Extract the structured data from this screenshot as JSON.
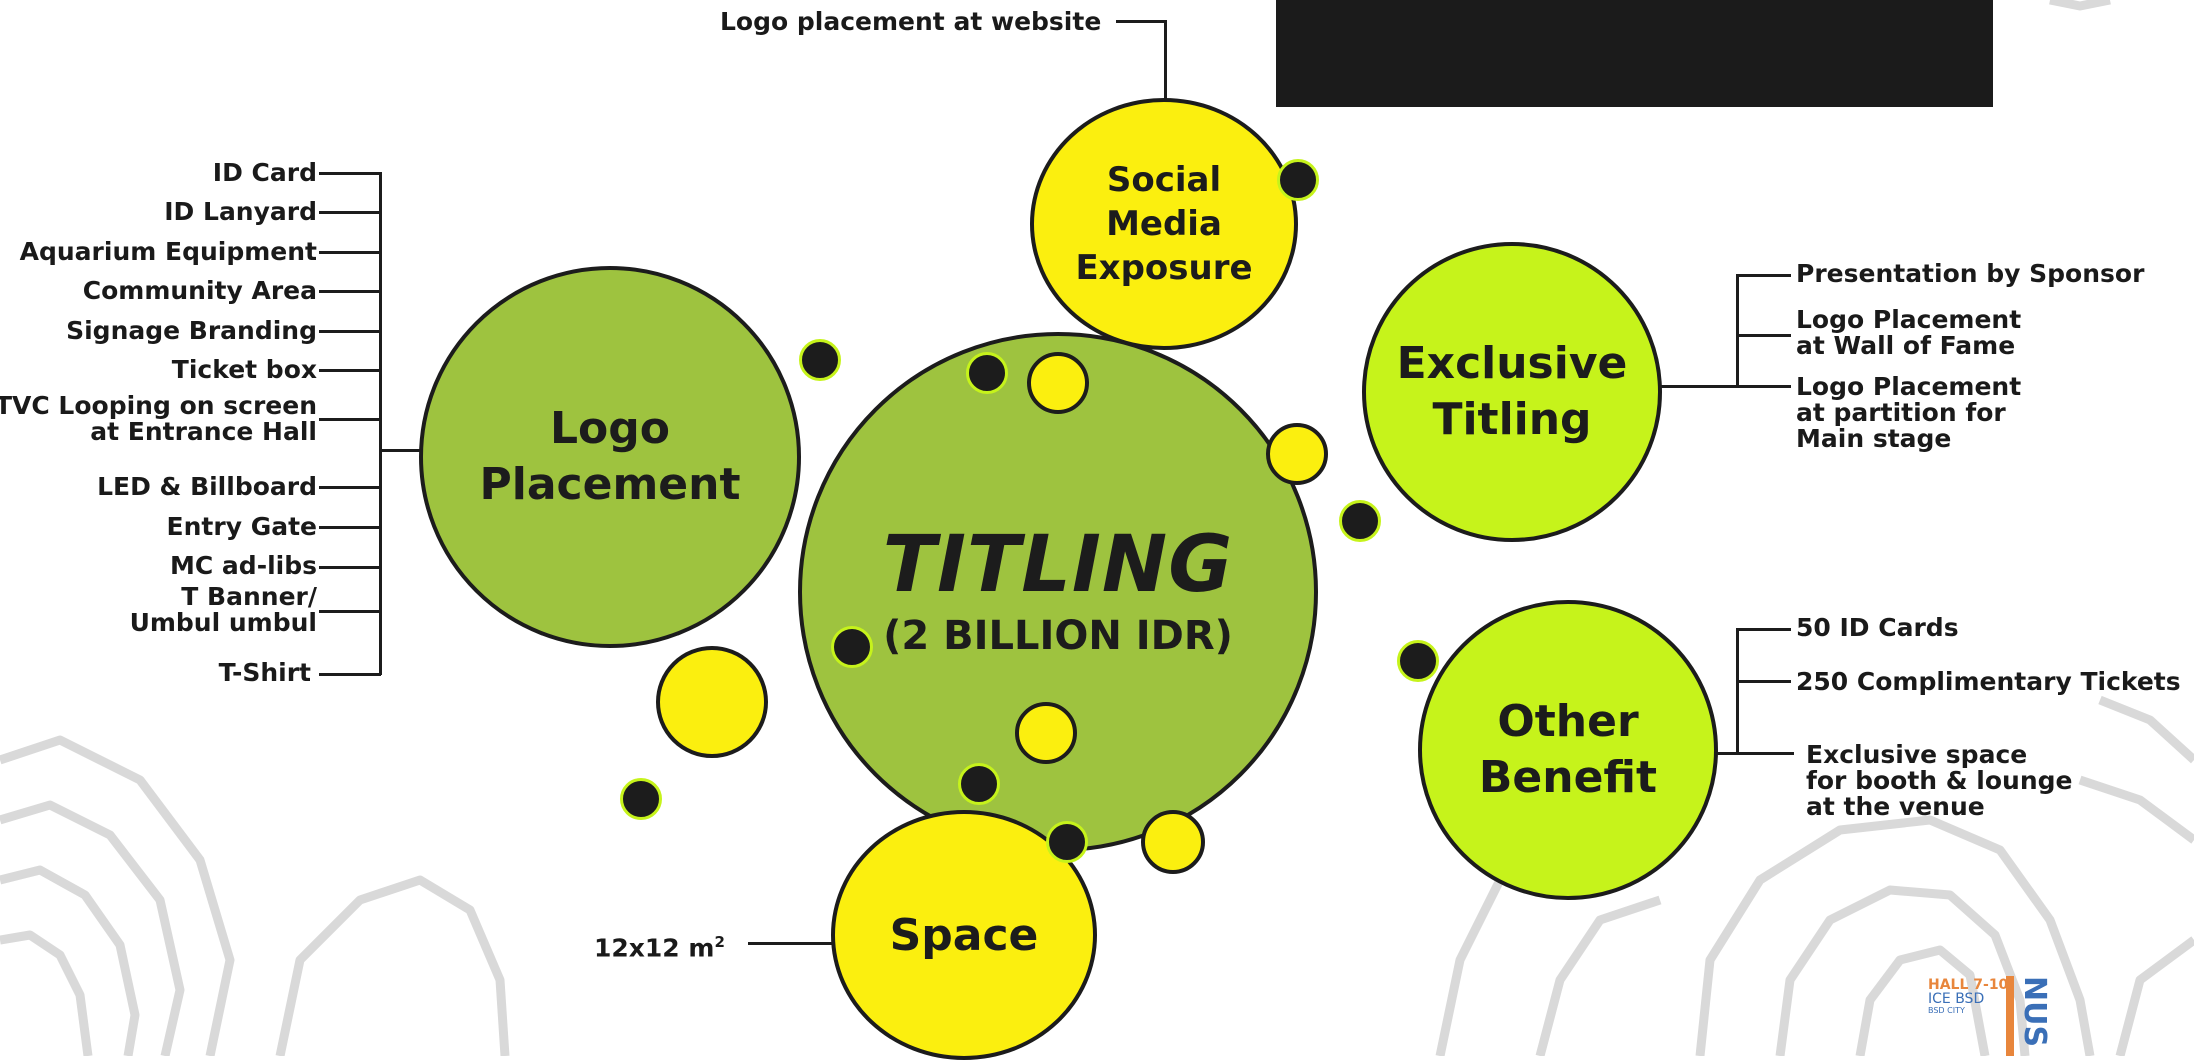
{
  "colors": {
    "green": "#9ec33f",
    "lime": "#c6f31b",
    "yellow": "#fbef0f",
    "dark": "#1c1c1c",
    "accent_orange": "#e8863c",
    "accent_blue": "#3a6fb7"
  },
  "center": {
    "title": "TITLING",
    "subtitle": "(2 BILLION IDR)"
  },
  "social": {
    "label_lines": [
      "Social",
      "Media",
      "Exposure"
    ],
    "benefits": [
      "Logo placement at website"
    ]
  },
  "logo_placement": {
    "label_lines": [
      "Logo",
      "Placement"
    ],
    "benefits": [
      "ID Card",
      "ID Lanyard",
      "Aquarium Equipment",
      "Community Area",
      "Signage Branding",
      "Ticket box",
      "TVC Looping on screen|at Entrance Hall",
      "LED & Billboard",
      "Entry Gate",
      "MC ad-libs",
      "T Banner/|Umbul umbul",
      "T-Shirt"
    ]
  },
  "exclusive": {
    "label_lines": [
      "Exclusive",
      "Titling"
    ],
    "benefits": [
      "Presentation by Sponsor",
      "Logo Placement|at Wall of Fame",
      "Logo Placement|at partition for|Main stage"
    ]
  },
  "other": {
    "label_lines": [
      "Other",
      "Benefit"
    ],
    "benefits": [
      "50 ID Cards",
      "250 Complimentary Tickets",
      "Exclusive space|for booth & lounge|at the  venue"
    ]
  },
  "space": {
    "label": "Space",
    "size": "12x12  m",
    "size_sup": "2"
  },
  "logo_badge": {
    "line1": "HALL 7-10",
    "line2": "ICE BSD",
    "line3": "BSD CITY",
    "side": "NUS"
  }
}
